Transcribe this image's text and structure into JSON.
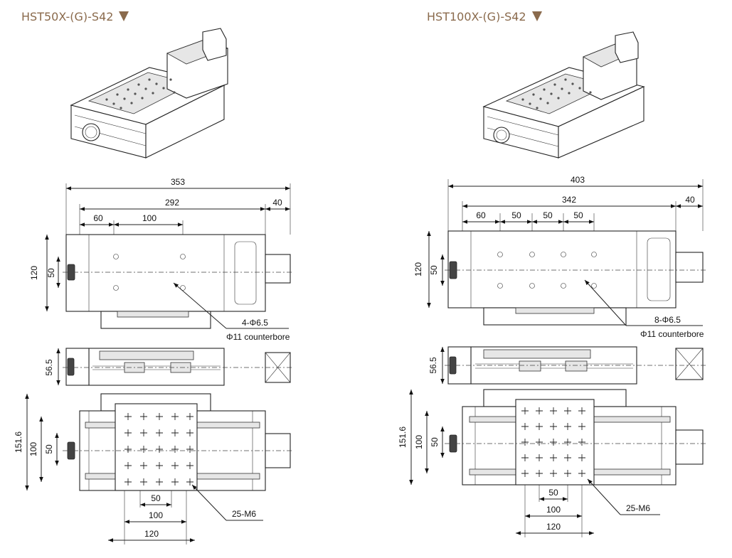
{
  "left": {
    "model": "HST50X-(G)-S42",
    "overall_length": "353",
    "table_length": "292",
    "motor_length": "40",
    "first_hole_offset": "60",
    "hole_pitch": "100",
    "width": "120",
    "rail_spacing": "50",
    "hole_callout": "4-Φ6.5",
    "counterbore": "Φ11 counterbore",
    "height": "56.5",
    "bottom_width": "151.6",
    "bottom_rail": "100",
    "bottom_inner": "50",
    "tap_callout": "25-M6",
    "top_pitch_a": "50",
    "top_pitch_b": "100",
    "top_pitch_c": "120"
  },
  "right": {
    "model": "HST100X-(G)-S42",
    "overall_length": "403",
    "table_length": "342",
    "motor_length": "40",
    "first_hole_offset": "60",
    "pitch_1": "50",
    "pitch_2": "50",
    "pitch_3": "50",
    "width": "120",
    "rail_spacing": "50",
    "hole_callout": "8-Φ6.5",
    "counterbore": "Φ11 counterbore",
    "height": "56.5",
    "bottom_width": "151.6",
    "bottom_rail": "100",
    "bottom_inner": "50",
    "tap_callout": "25-M6",
    "top_pitch_a": "50",
    "top_pitch_b": "100",
    "top_pitch_c": "120"
  }
}
